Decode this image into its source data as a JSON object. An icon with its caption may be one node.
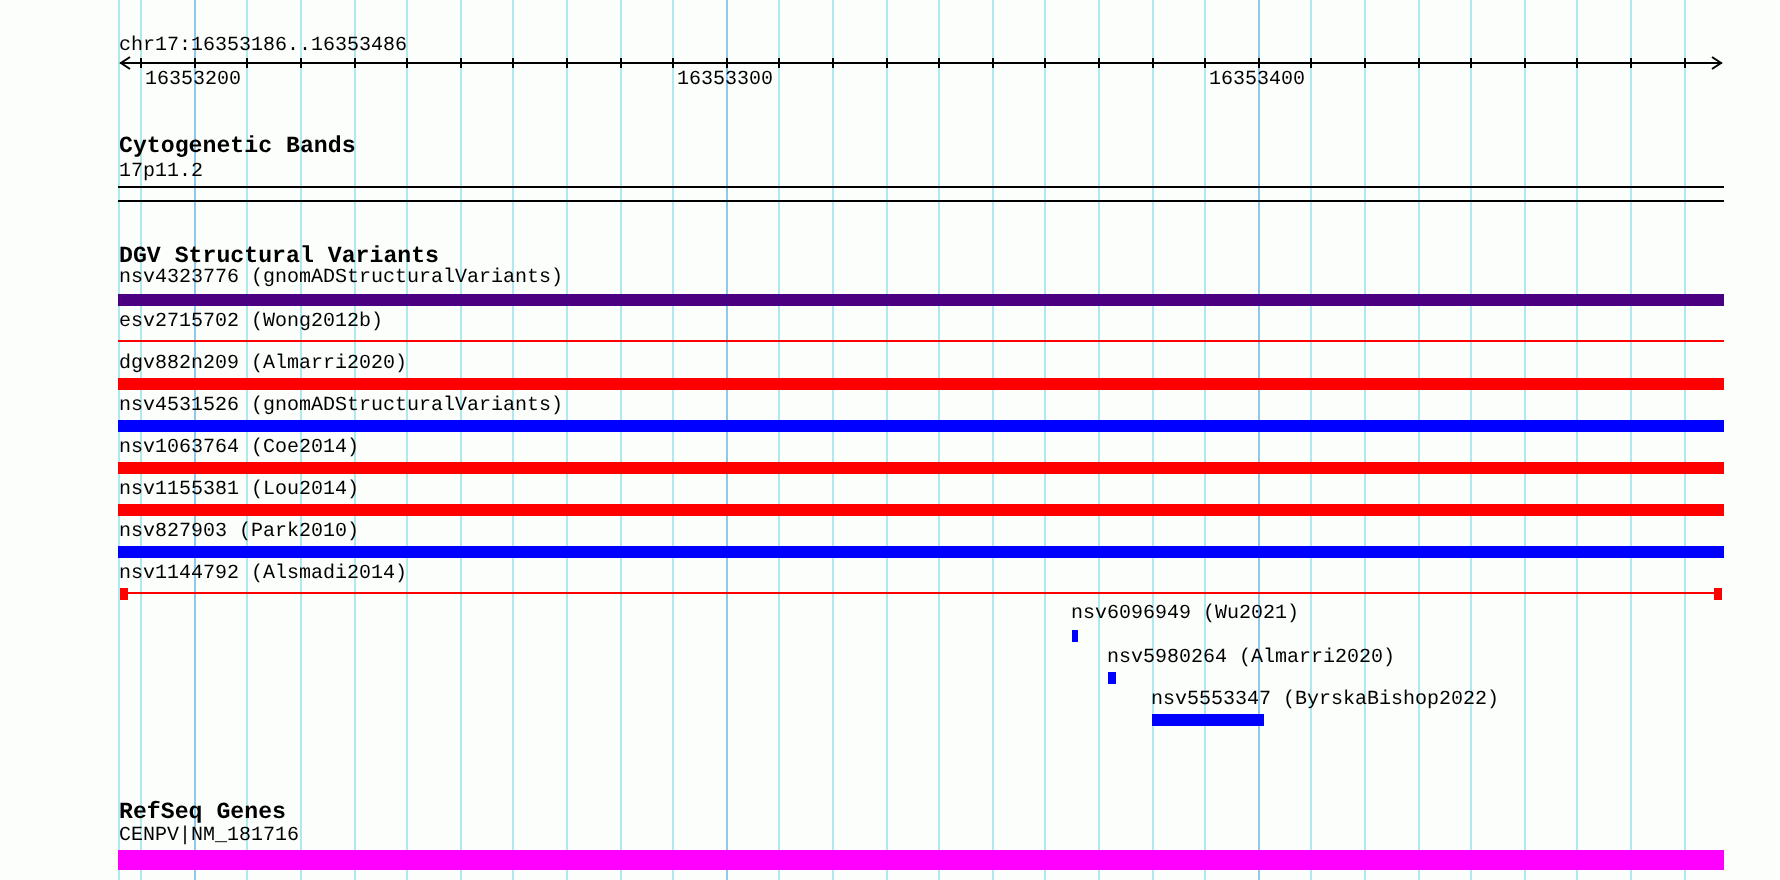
{
  "diagram": {
    "nodes": [
      {
        "text": [
          "17p11.2"
        ]
      },
      {
        "text": [
          "nsv4323776 (gnomADStructuralVariants)"
        ]
      },
      {
        "text": [
          "esv2715702 (Wong2012b)"
        ]
      },
      {
        "text": [
          "dgv882n209 (Almarri2020)"
        ]
      },
      {
        "text": [
          "nsv4531526 (gnomADStructuralVariants)"
        ]
      },
      {
        "text": [
          "nsv1063764 (Coe2014)"
        ]
      },
      {
        "text": [
          "nsv1155381 (Lou2014)"
        ]
      },
      {
        "text": [
          "nsv827903 (Park2010)"
        ]
      },
      {
        "text": [
          "nsv1144792 (Alsmadi2014)"
        ]
      },
      {
        "text": [
          "nsv6096949 (Wu2021)"
        ]
      },
      {
        "text": [
          "nsv5980264 (Almarri2020)"
        ]
      },
      {
        "text": [
          "nsv5553347 (ByrskaBishop2022)"
        ]
      },
      {
        "text": [
          "CENPV|NM_181716"
        ]
      }
    ],
    "labels": [
      "chr17:16353186..16353486",
      "16353200",
      "16353300",
      "16353400",
      "Cytogenetic Bands",
      "DGV Structural Variants",
      "RefSeq Genes"
    ]
  }
}
